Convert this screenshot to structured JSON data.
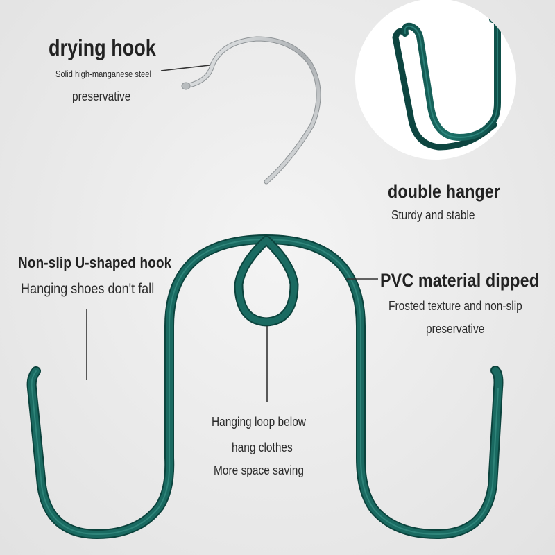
{
  "image": {
    "colors": {
      "hanger_green": "#15635c",
      "hanger_highlight": "#2f8a80",
      "steel": "#cfd2d4",
      "text": "#222222",
      "background": "#ececec"
    }
  },
  "callouts": {
    "drying_hook": {
      "title": "drying hook",
      "line1": "Solid high-manganese steel",
      "line2": "preservative"
    },
    "double_hanger": {
      "title": "double hanger",
      "line1": "Sturdy and stable"
    },
    "u_hook": {
      "title": "Non-slip U-shaped hook",
      "line1": "Hanging shoes don't fall"
    },
    "pvc": {
      "title": "PVC material dipped",
      "line1": "Frosted texture and non-slip",
      "line2": "preservative"
    },
    "loop": {
      "line1": "Hanging loop below",
      "line2": "hang clothes",
      "line3": "More space saving"
    }
  }
}
